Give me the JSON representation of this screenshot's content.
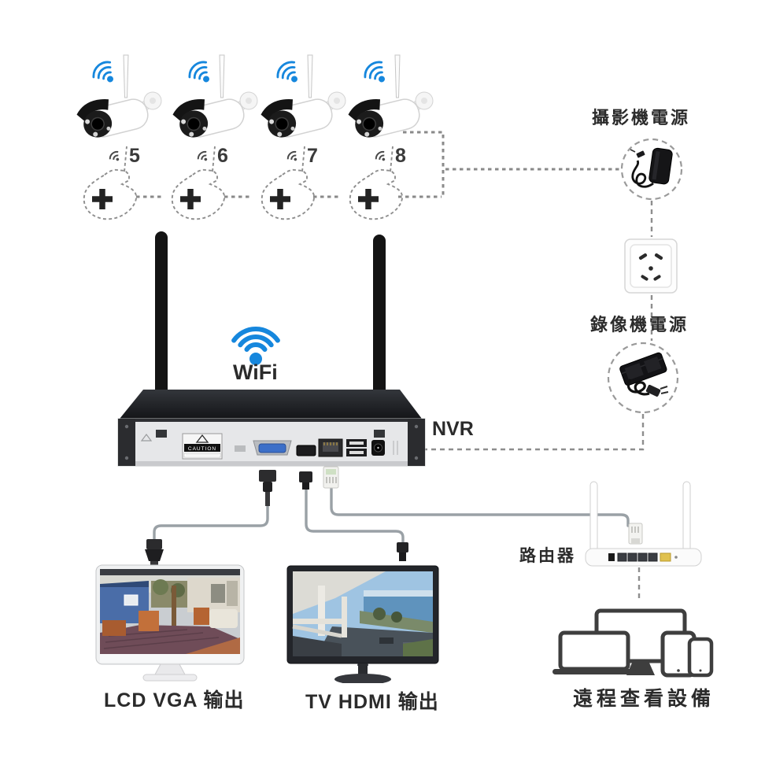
{
  "labels": {
    "camera_power": "攝影機電源",
    "recorder_power": "錄像機電源",
    "nvr": "NVR",
    "wifi": "WiFi",
    "router": "路由器",
    "remote_devices": "遠程查看設備",
    "lcd_output": "LCD VGA 输出",
    "tv_output": "TV HDMI 输出"
  },
  "cameras": [
    {
      "number": "5"
    },
    {
      "number": "6"
    },
    {
      "number": "7"
    },
    {
      "number": "8"
    }
  ],
  "nvr_panel": {
    "caution_label": "CAUTION"
  },
  "colors": {
    "wifi_blue": "#1687dd",
    "vga_port_blue": "#3c6fc8",
    "wan_port_yellow": "#e0c14e",
    "dashed_line_gray": "#8e8e8e",
    "cable_gray": "#9aa1a6"
  }
}
